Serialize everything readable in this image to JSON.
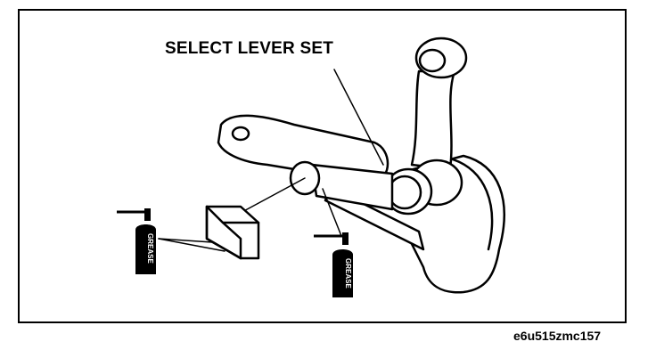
{
  "diagram": {
    "callout_label": "SELECT LEVER SET",
    "grease_label": "GREASE",
    "figure_code": "e6u515zmc157"
  }
}
